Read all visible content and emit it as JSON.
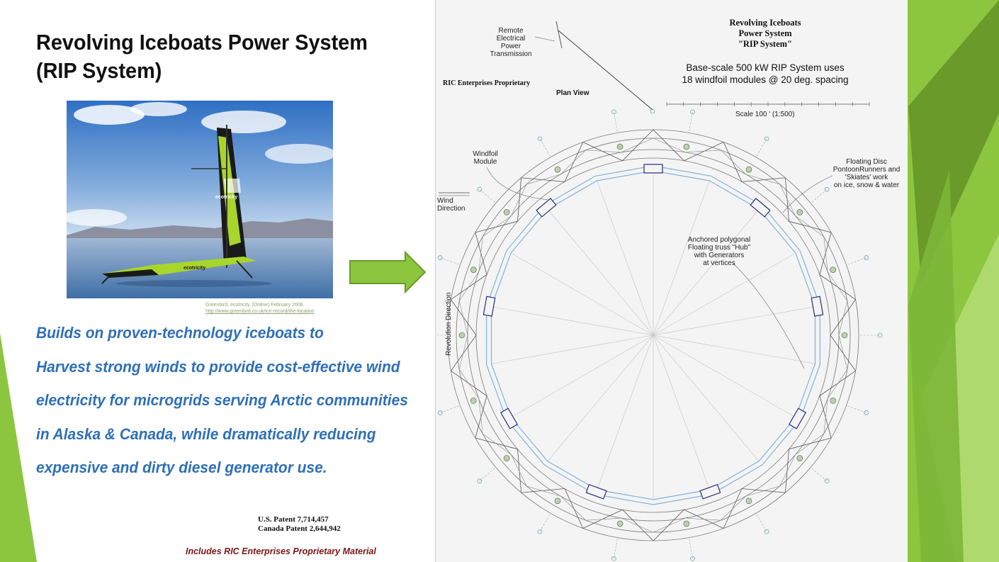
{
  "slide": {
    "title_line1": "Revolving Iceboats Power System",
    "title_line2": "(RIP System)",
    "photo_credit_line1": "Greenbird, ecotricity. [Online] February 2008.",
    "photo_credit_line2": "http://www.greenbird.co.uk/ice-record/the-location",
    "photo_sail_text": "ecotricity",
    "photo_hull_text": "ecotricity",
    "body_lines": [
      "Builds on proven-technology iceboats to",
      "Harvest strong winds to provide cost-effective wind",
      "electricity for microgrids serving Arctic communities",
      "in Alaska & Canada, while dramatically reducing",
      "expensive and dirty diesel generator use."
    ],
    "patent_us": "U.S. Patent 7,714,457",
    "patent_ca": "Canada Patent 2,644,942",
    "footer": "Includes RIC Enterprises Proprietary  Material"
  },
  "diagram": {
    "title_lines": [
      "Revolving Iceboats",
      "Power System",
      "\"RIP System\""
    ],
    "subtitle_lines": [
      "Base-scale 500 kW RIP System uses",
      "18 windfoil modules @ 20 deg. spacing"
    ],
    "remote_label": [
      "Remote",
      "Electrical",
      "Power",
      "Transmission"
    ],
    "proprietary": "RIC Enterprises Proprietary",
    "plan_view": "Plan View",
    "scale": "Scale  100 ' (1:500)",
    "windfoil_label": [
      "Windfoil",
      "Module"
    ],
    "wind_label": [
      "Wind",
      "Direction"
    ],
    "floating_label": [
      "Floating Disc",
      "PontoonRunners and",
      "'Skiates' work",
      "on ice, snow & water"
    ],
    "hub_label": [
      "Anchored polygonal",
      "Floating truss \"Hub\"",
      "with Generators",
      "at vertices"
    ],
    "revolution_label": "Revolution Direction",
    "module_count": 18,
    "module_spacing_deg": 20
  },
  "colors": {
    "title": "#111111",
    "body_text": "#2e6fb8",
    "footer": "#7a1616",
    "accent_green": "#8cc63f",
    "dark_green": "#6a9a2a",
    "credit": "#8aa36b"
  }
}
